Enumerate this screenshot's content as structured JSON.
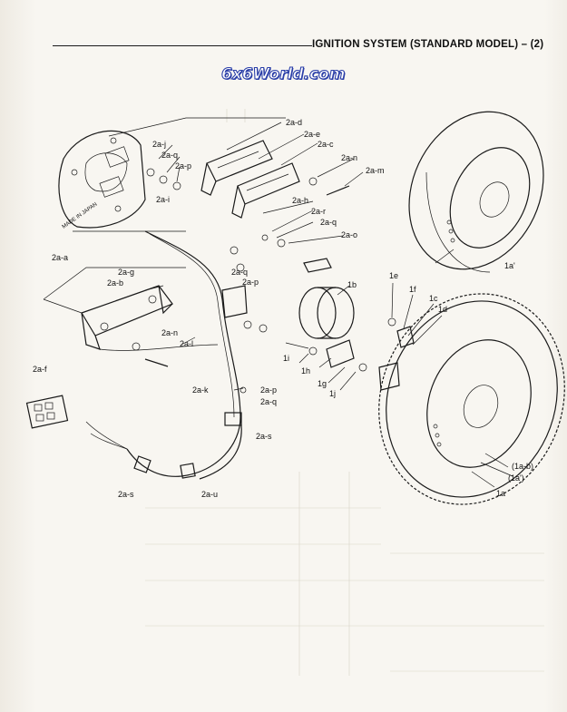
{
  "header": {
    "title": "IGNITION SYSTEM (STANDARD MODEL) – (2)"
  },
  "watermark": {
    "text": "6x6World.com"
  },
  "stator": {
    "inscription": "MADE IN JAPAN"
  },
  "callouts": [
    {
      "id": "2a-j",
      "text": "2a-j"
    },
    {
      "id": "2a-q-1",
      "text": "2a-q"
    },
    {
      "id": "2a-p-1",
      "text": "2a-p"
    },
    {
      "id": "2a-i",
      "text": "2a-i"
    },
    {
      "id": "2a-d",
      "text": "2a-d"
    },
    {
      "id": "2a-e",
      "text": "2a-e"
    },
    {
      "id": "2a-c",
      "text": "2a-c"
    },
    {
      "id": "2a-n-1",
      "text": "2a-n"
    },
    {
      "id": "2a-m",
      "text": "2a-m"
    },
    {
      "id": "2a-h",
      "text": "2a-h"
    },
    {
      "id": "2a-r",
      "text": "2a-r"
    },
    {
      "id": "2a-q-2",
      "text": "2a-q"
    },
    {
      "id": "2a-o",
      "text": "2a-o"
    },
    {
      "id": "2a-a",
      "text": "2a-a"
    },
    {
      "id": "2a-g",
      "text": "2a-g"
    },
    {
      "id": "2a-b",
      "text": "2a-b"
    },
    {
      "id": "2a-q-3",
      "text": "2a-q"
    },
    {
      "id": "2a-p-2",
      "text": "2a-p"
    },
    {
      "id": "2a-n-2",
      "text": "2a-n"
    },
    {
      "id": "2a-l",
      "text": "2a-l"
    },
    {
      "id": "2a-f",
      "text": "2a-f"
    },
    {
      "id": "2a-k",
      "text": "2a-k"
    },
    {
      "id": "2a-p-3",
      "text": "2a-p"
    },
    {
      "id": "2a-q-4",
      "text": "2a-q"
    },
    {
      "id": "2a-s-1",
      "text": "2a-s"
    },
    {
      "id": "2a-s-2",
      "text": "2a-s"
    },
    {
      "id": "2a-u",
      "text": "2a-u"
    },
    {
      "id": "1b",
      "text": "1b"
    },
    {
      "id": "1e",
      "text": "1e"
    },
    {
      "id": "1f",
      "text": "1f"
    },
    {
      "id": "1c",
      "text": "1c"
    },
    {
      "id": "1d",
      "text": "1d"
    },
    {
      "id": "1i",
      "text": "1i"
    },
    {
      "id": "1h",
      "text": "1h"
    },
    {
      "id": "1g",
      "text": "1g"
    },
    {
      "id": "1j",
      "text": "1j"
    },
    {
      "id": "1a-prime-top",
      "text": "1a'"
    },
    {
      "id": "1a-b",
      "text": "(1a-b)"
    },
    {
      "id": "1a-prime",
      "text": "(1a')"
    },
    {
      "id": "1a",
      "text": "1a"
    }
  ]
}
